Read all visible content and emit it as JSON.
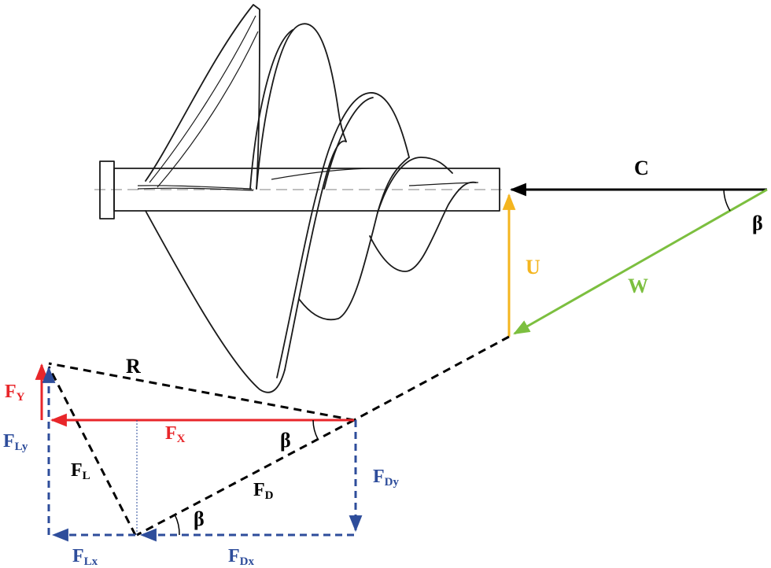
{
  "colors": {
    "black": "#000000",
    "red": "#e8262a",
    "blue": "#2e4d9b",
    "yellow": "#f4b51f",
    "green": "#7cbf3f",
    "axis": "#9a9a9a"
  },
  "labels": {
    "C": "C",
    "beta_top": "β",
    "U": "U",
    "W": "W",
    "R": "R",
    "F_Y": {
      "main": "F",
      "sub": "Y"
    },
    "F_Ly": {
      "main": "F",
      "sub": "Ly"
    },
    "F_X": {
      "main": "F",
      "sub": "X"
    },
    "beta_mid": "β",
    "F_L": {
      "main": "F",
      "sub": "L"
    },
    "F_D": {
      "main": "F",
      "sub": "D"
    },
    "beta_low": "β",
    "F_Dy": {
      "main": "F",
      "sub": "Dy"
    },
    "F_Lx": {
      "main": "F",
      "sub": "Lx"
    },
    "F_Dx": {
      "main": "F",
      "sub": "Dx"
    }
  }
}
